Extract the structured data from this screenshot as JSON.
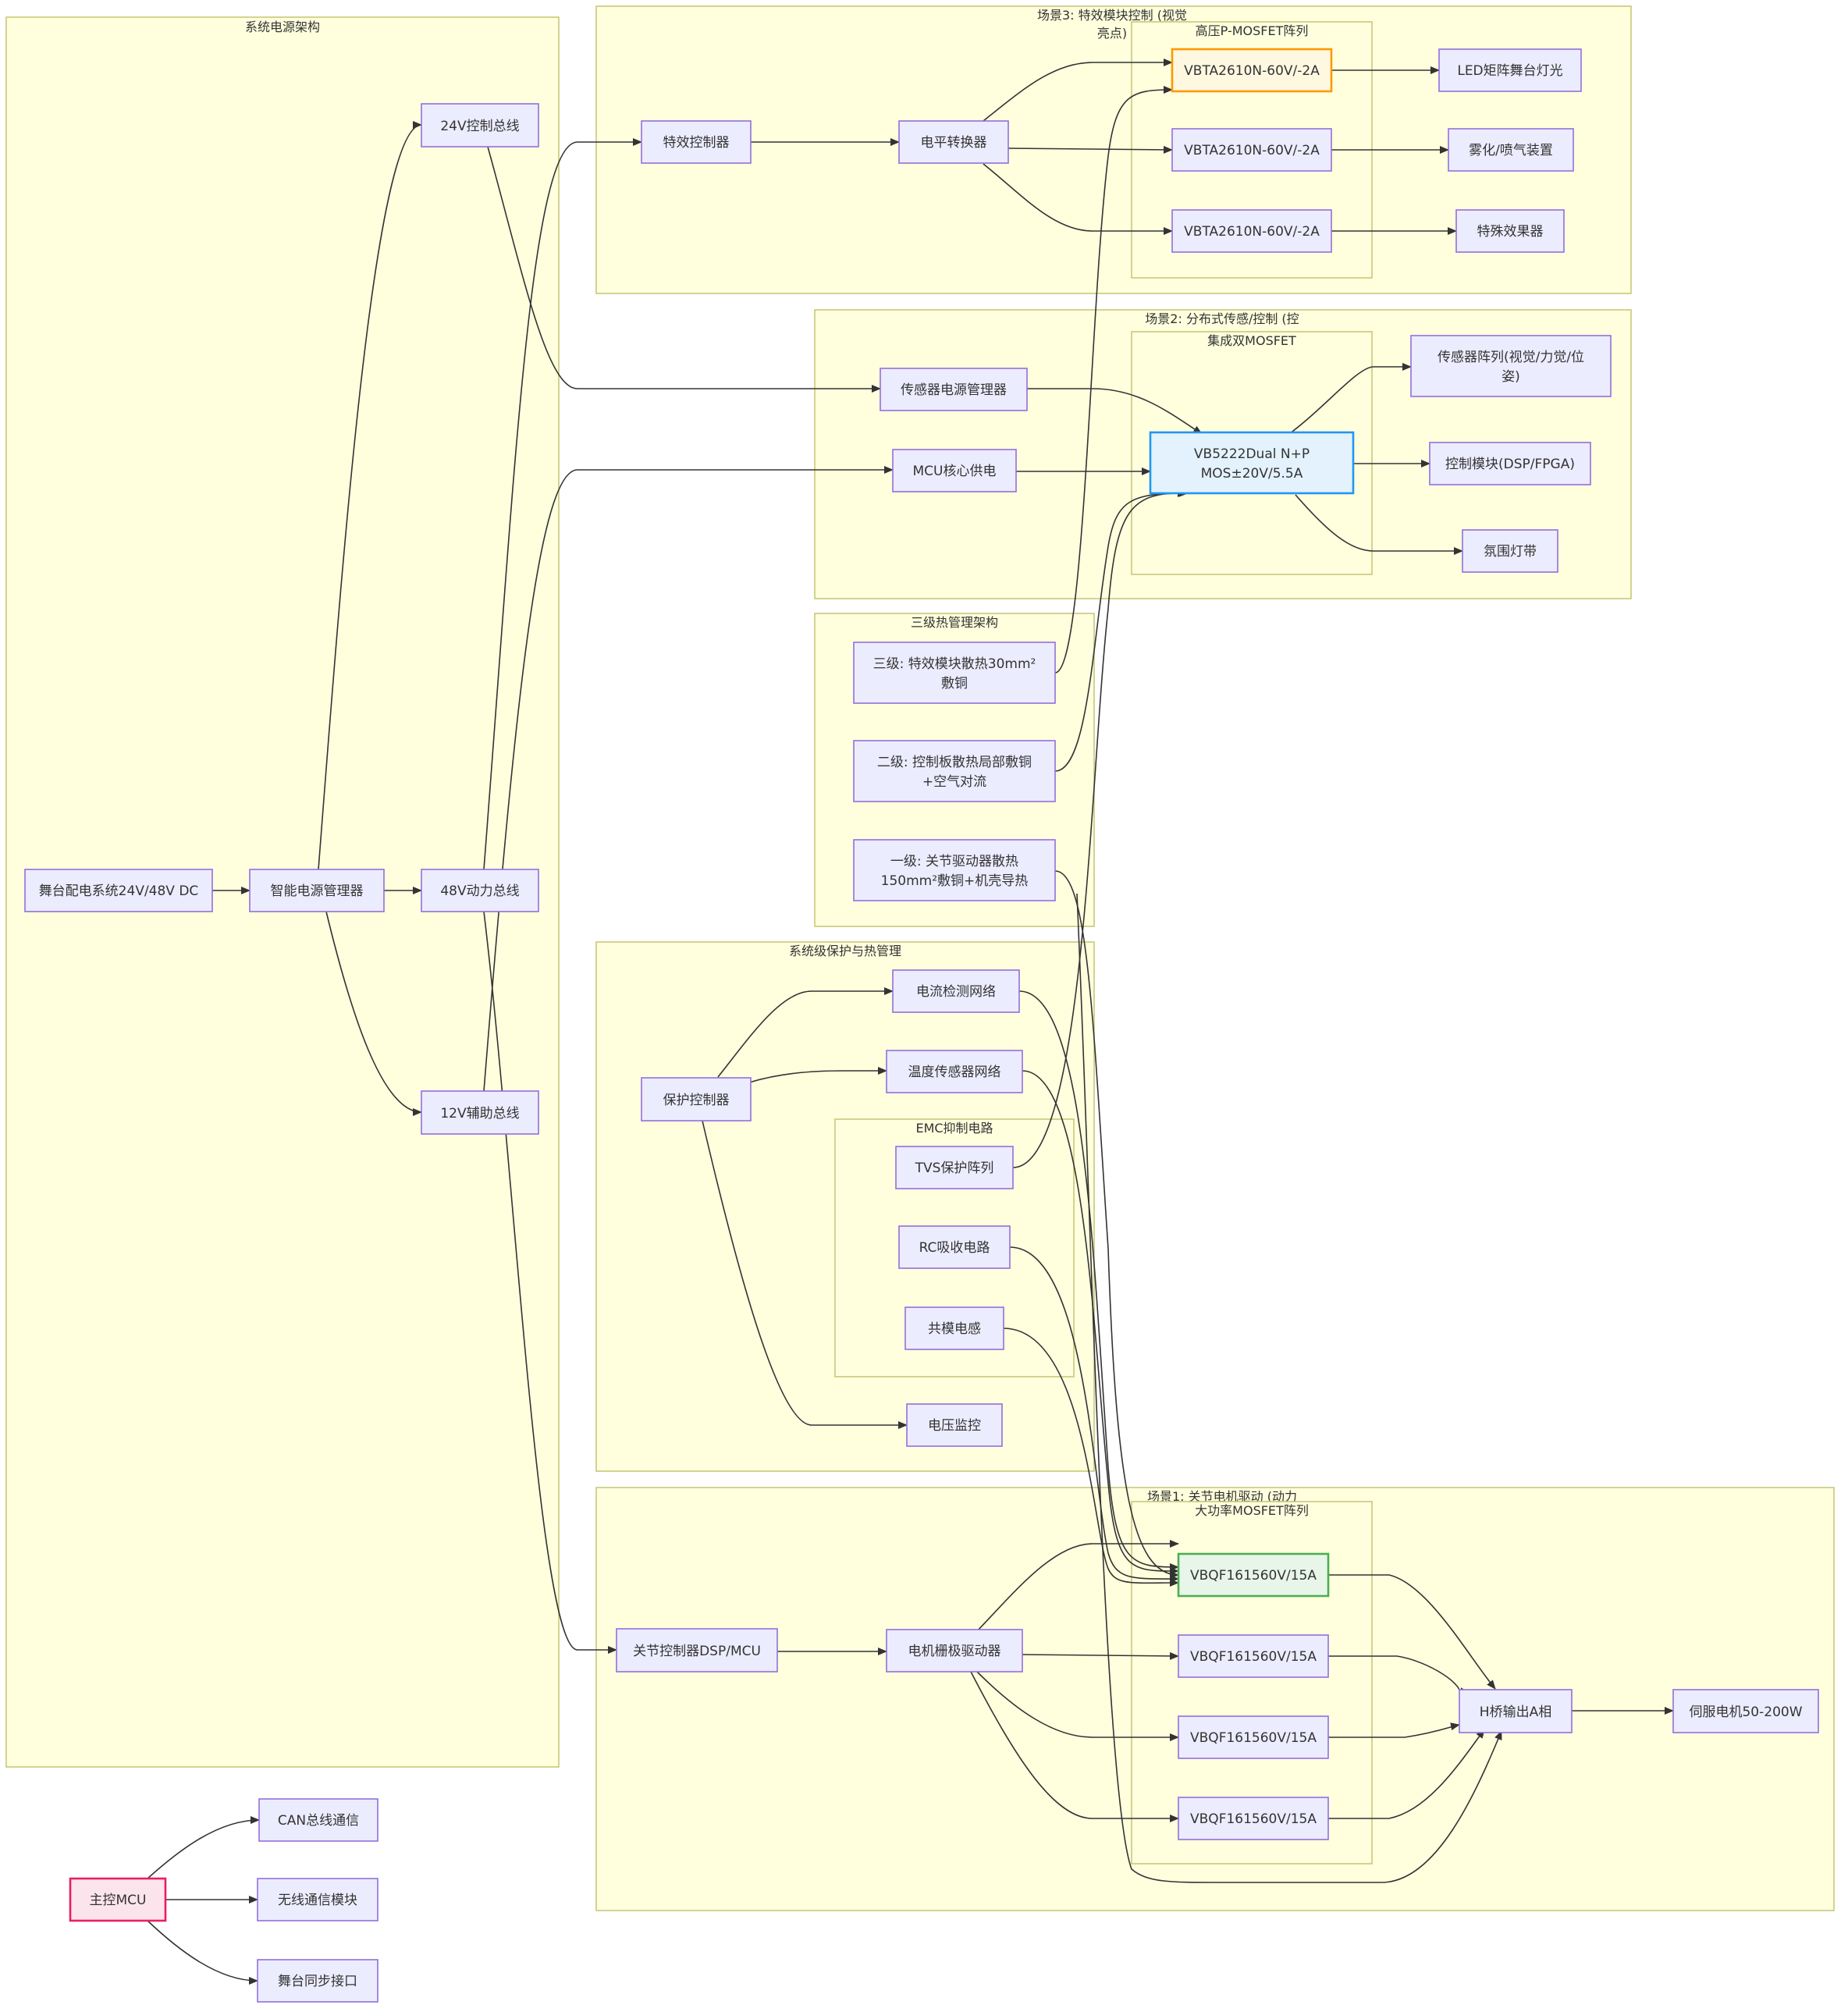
{
  "clusters": {
    "power_arch": "系统电源架构",
    "scene3": "场景3: 特效模块控制 (视觉",
    "scene3_l2": "亮点)",
    "pmos_array": "高压P-MOSFET阵列",
    "scene2": "场景2: 分布式传感/控制 (控",
    "dual_mos": "集成双MOSFET",
    "thermal": "三级热管理架构",
    "protection": "系统级保护与热管理",
    "emc": "EMC抑制电路",
    "scene1": "场景1: 关节电机驱动 (动力",
    "power_mos_array": "大功率MOSFET阵列"
  },
  "nodes": {
    "stage_power": "舞台配电系统24V/48V DC",
    "smart_pm": "智能电源管理器",
    "bus24": "24V控制总线",
    "bus48": "48V动力总线",
    "bus12": "12V辅助总线",
    "fx_ctrl": "特效控制器",
    "level_shift": "电平转换器",
    "vbta1": "VBTA2610N-60V/-2A",
    "vbta2": "VBTA2610N-60V/-2A",
    "vbta3": "VBTA2610N-60V/-2A",
    "led": "LED矩阵舞台灯光",
    "fog": "雾化/喷气装置",
    "sfx": "特殊效果器",
    "sensor_pm": "传感器电源管理器",
    "mcu_core": "MCU核心供电",
    "vb5222_l1": "VB5222Dual N+P",
    "vb5222_l2": "MOS±20V/5.5A",
    "sensor_array_l1": "传感器阵列(视觉/力觉/位",
    "sensor_array_l2": "姿)",
    "ctrl_module": "控制模块(DSP/FPGA)",
    "ambient": "氛围灯带",
    "th3_l1": "三级: 特效模块散热30mm²",
    "th3_l2": "敷铜",
    "th2_l1": "二级: 控制板散热局部敷铜",
    "th2_l2": "+空气对流",
    "th1_l1": "一级: 关节驱动器散热",
    "th1_l2": "150mm²敷铜+机壳导热",
    "cur_sense": "电流检测网络",
    "temp_sense": "温度传感器网络",
    "prot_ctrl": "保护控制器",
    "tvs": "TVS保护阵列",
    "rc": "RC吸收电路",
    "cm_choke": "共模电感",
    "volt_mon": "电压监控",
    "vbqf1": "VBQF161560V/15A",
    "vbqf2": "VBQF161560V/15A",
    "vbqf3": "VBQF161560V/15A",
    "vbqf4": "VBQF161560V/15A",
    "joint_dsp": "关节控制器DSP/MCU",
    "gate_drv": "电机栅极驱动器",
    "hbridge": "H桥输出A相",
    "servo": "伺服电机50-200W",
    "main_mcu": "主控MCU",
    "can": "CAN总线通信",
    "wireless": "无线通信模块",
    "sync": "舞台同步接口"
  }
}
